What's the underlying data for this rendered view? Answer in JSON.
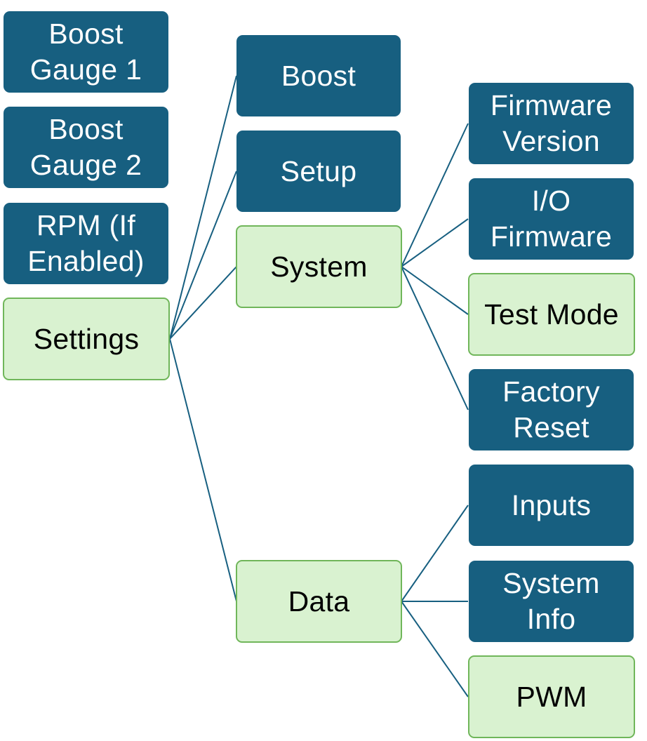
{
  "colors": {
    "dark_node": "#175f80",
    "light_node": "#d9f2d0",
    "light_border": "#70b65a",
    "connector": "#175f80"
  },
  "nodes": {
    "boost_gauge_1": "Boost\nGauge 1",
    "boost_gauge_2": "Boost\nGauge 2",
    "rpm": "RPM (If\nEnabled)",
    "settings": "Settings",
    "boost": "Boost",
    "setup": "Setup",
    "system": "System",
    "data": "Data",
    "firmware_version": "Firmware\nVersion",
    "io_firmware": "I/O\nFirmware",
    "test_mode": "Test Mode",
    "factory_reset": "Factory\nReset",
    "inputs": "Inputs",
    "system_info": "System\nInfo",
    "pwm": "PWM"
  }
}
